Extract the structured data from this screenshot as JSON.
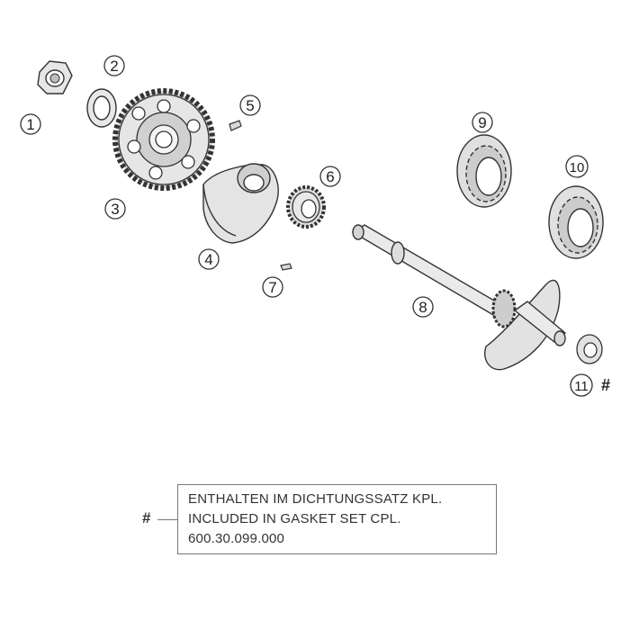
{
  "callouts": {
    "c1": "1",
    "c2": "2",
    "c3": "3",
    "c4": "4",
    "c5": "5",
    "c6": "6",
    "c7": "7",
    "c8": "8",
    "c9": "9",
    "c10": "10",
    "c11": "11"
  },
  "hash_marker": "#",
  "note": {
    "marker": "#",
    "line_de": "ENTHALTEN IM DICHTUNGSSATZ KPL.",
    "line_en": "INCLUDED IN GASKET SET CPL.",
    "part_number": "600.30.099.000"
  },
  "colors": {
    "line": "#333333",
    "fill": "#ffffff",
    "shade": "#bfbfbf"
  }
}
